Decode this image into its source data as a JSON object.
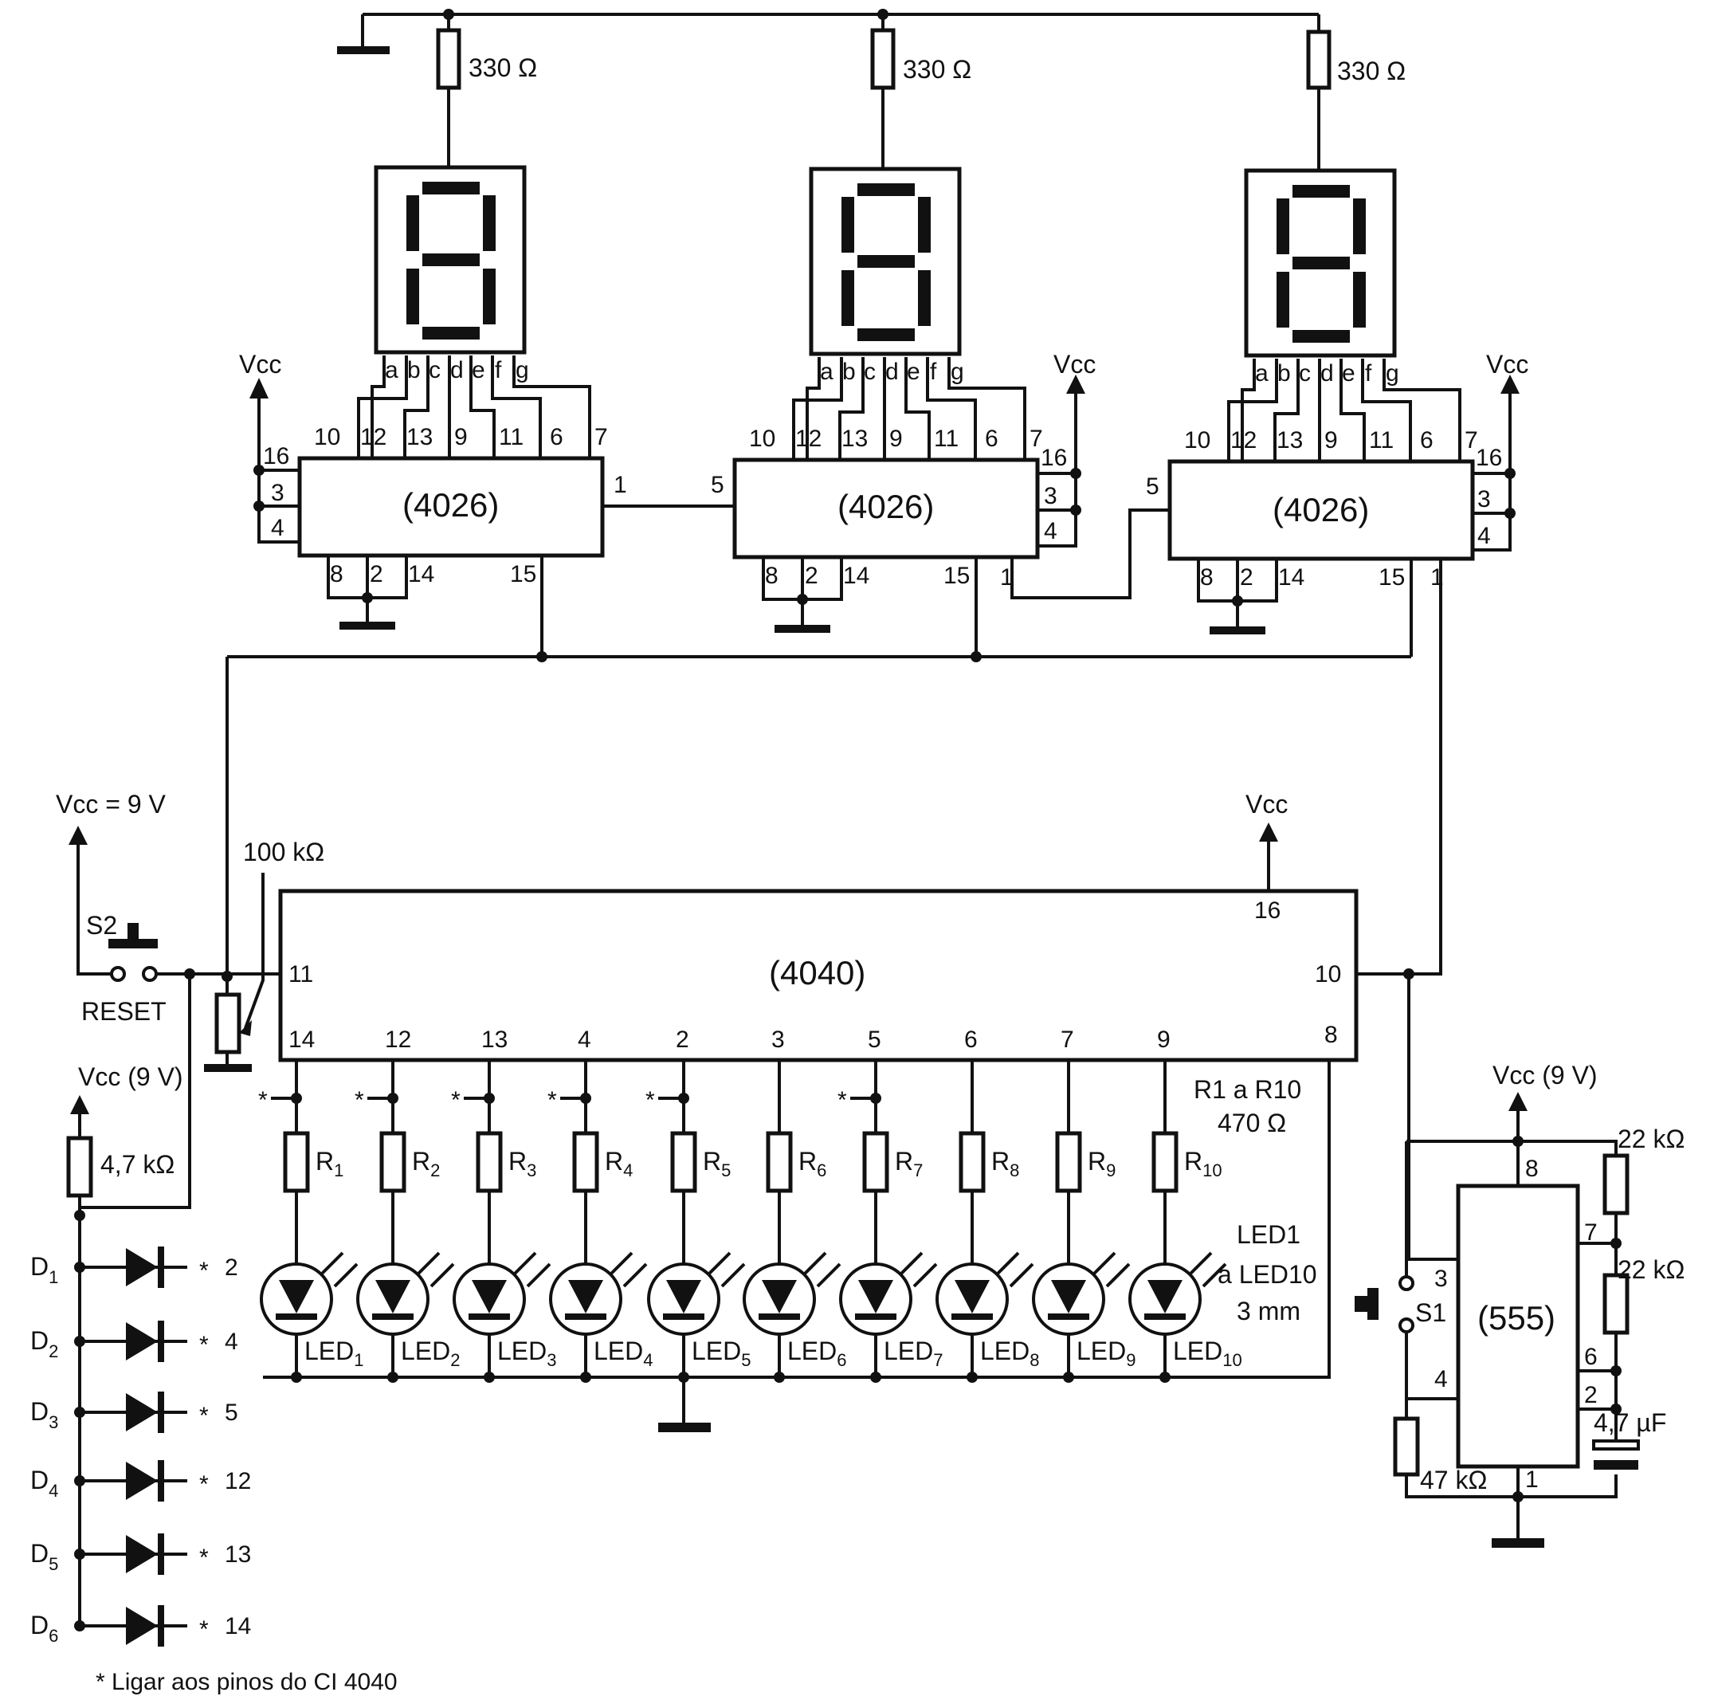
{
  "resistors": {
    "display_r1": "330 Ω",
    "display_r2": "330 Ω",
    "display_r3": "330 Ω",
    "reset_pot": "100 kΩ",
    "pullup": "4,7 kΩ",
    "r555_a": "22 kΩ",
    "r555_b": "22 kΩ",
    "r555_reset": "47 kΩ",
    "led_group_1": "R1 a R10",
    "led_group_2": "470 Ω"
  },
  "counters": {
    "ic_left": "(4026)",
    "ic_mid": "(4026)",
    "ic_right": "(4026)",
    "segment_labels": [
      "a",
      "b",
      "c",
      "d",
      "e",
      "f",
      "g"
    ],
    "segment_pins": [
      "10",
      "12",
      "13",
      "9",
      "11",
      "6",
      "7"
    ]
  },
  "main_ic": {
    "label": "(4040)",
    "output_pins": [
      "14",
      "12",
      "13",
      "4",
      "2",
      "3",
      "5",
      "6",
      "7",
      "9"
    ],
    "pin_16": "16",
    "pin_11": "11",
    "pin_10": "10",
    "pin_8": "8"
  },
  "timer": {
    "label": "(555)",
    "pins": {
      "p8": "8",
      "p7": "7",
      "p6": "6",
      "p2": "2",
      "p4": "4",
      "p3": "3",
      "p1": "1"
    },
    "capacitor": "4,7 µF"
  },
  "power": {
    "vcc": "Vcc",
    "vcc_9v_eq": "Vcc = 9 V",
    "vcc_9v": "Vcc (9 V)"
  },
  "switches": {
    "s2": "S2",
    "reset": "RESET",
    "s1": "S1"
  },
  "leds": {
    "resistor_prefix": "R",
    "led_prefix": "LED",
    "indices": [
      "1",
      "2",
      "3",
      "4",
      "5",
      "6",
      "7",
      "8",
      "9",
      "10"
    ],
    "spec_1": "LED1",
    "spec_2": "a LED10",
    "spec_3": "3 mm"
  },
  "diodes": {
    "names": [
      "D1",
      "D2",
      "D3",
      "D4",
      "D5",
      "D6"
    ],
    "pins": [
      "2",
      "4",
      "5",
      "12",
      "13",
      "14"
    ]
  },
  "ic_pins": {
    "p1": "1",
    "p2": "2",
    "p3": "3",
    "p4": "4",
    "p5": "5",
    "p8": "8",
    "p14": "14",
    "p15": "15",
    "p16": "16"
  },
  "footnote": "* Ligar aos pinos do CI 4040"
}
